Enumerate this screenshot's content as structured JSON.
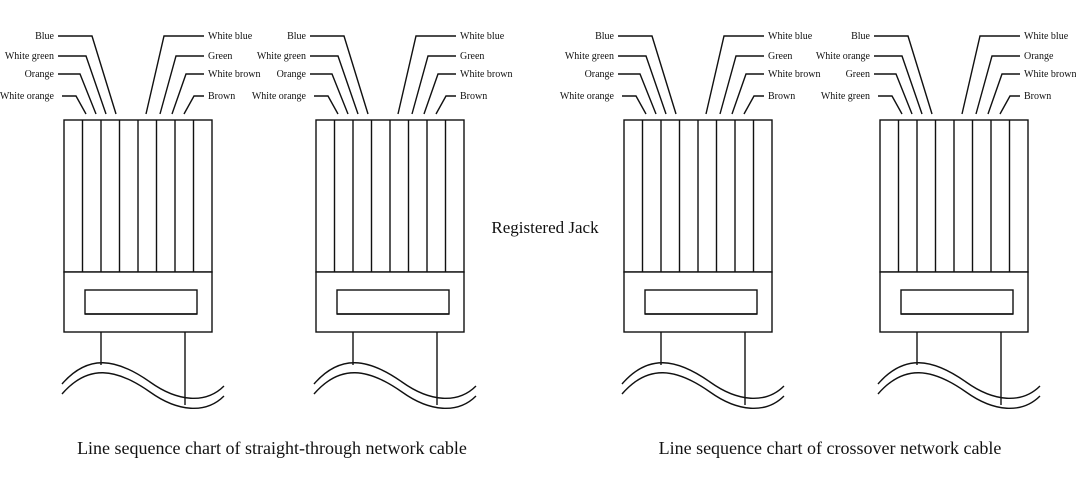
{
  "center_label": "Registered Jack",
  "captions": {
    "straight": "Line sequence chart of straight-through network cable",
    "crossover": "Line sequence chart of crossover network cable"
  },
  "connectors": [
    {
      "id": "straight-a",
      "left_labels": [
        "Blue",
        "White green",
        "Orange",
        "White orange"
      ],
      "right_labels": [
        "White blue",
        "Green",
        "White brown",
        "Brown"
      ]
    },
    {
      "id": "straight-b",
      "left_labels": [
        "Blue",
        "White green",
        "Orange",
        "White orange"
      ],
      "right_labels": [
        "White blue",
        "Green",
        "White brown",
        "Brown"
      ]
    },
    {
      "id": "crossover-a",
      "left_labels": [
        "Blue",
        "White green",
        "Orange",
        "White orange"
      ],
      "right_labels": [
        "White blue",
        "Green",
        "White brown",
        "Brown"
      ]
    },
    {
      "id": "crossover-b",
      "left_labels": [
        "Blue",
        "White orange",
        "Green",
        "White green"
      ],
      "right_labels": [
        "White blue",
        "Orange",
        "White brown",
        "Brown"
      ]
    }
  ]
}
